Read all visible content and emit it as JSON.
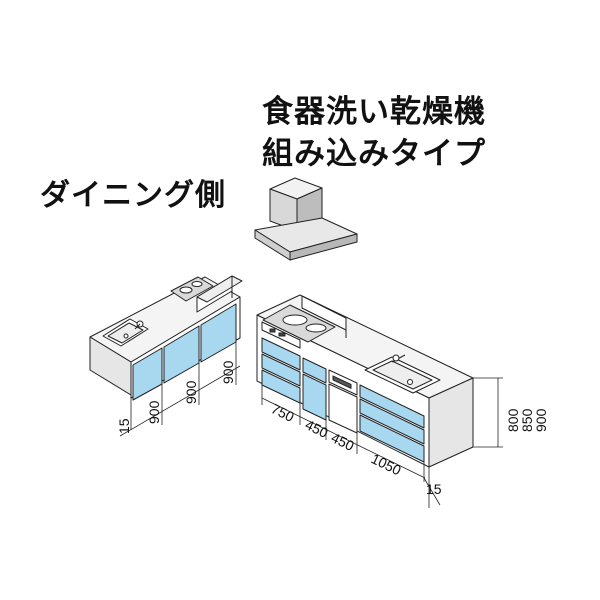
{
  "headings": {
    "product_line1": "食器洗い乾燥機",
    "product_line2": "組み込みタイプ",
    "dining_side": "ダイニング側"
  },
  "island_dimensions": [
    "15",
    "900",
    "900",
    "900"
  ],
  "main_dimensions": [
    "750",
    "450",
    "450",
    "1050",
    "15"
  ],
  "height_options": [
    "800",
    "850",
    "900"
  ],
  "colors": {
    "cabinet_blue": "#a8d8f0",
    "line": "#222222",
    "counter_top": "#f4f4f4",
    "side_panel": "#e6e6e6"
  }
}
